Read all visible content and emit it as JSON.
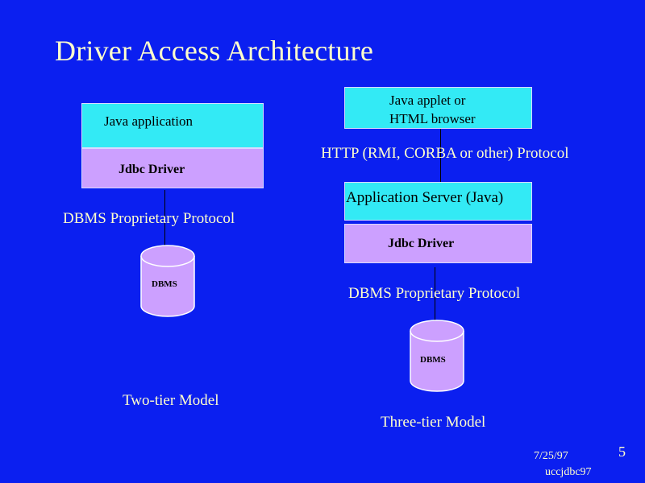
{
  "slide": {
    "title": "Driver Access Architecture",
    "date": "7/25/97",
    "footer_id": "uccjdbc97",
    "page_number": "5"
  },
  "two_tier": {
    "app_label": "Java application",
    "driver_label": "Jdbc Driver",
    "protocol_label": "DBMS Proprietary Protocol",
    "db_label": "DBMS",
    "caption": "Two-tier Model"
  },
  "three_tier": {
    "client_line1": "Java applet or",
    "client_line2": "HTML browser",
    "http_protocol_label": "HTTP (RMI, CORBA or other) Protocol",
    "server_label": "Application Server (Java)",
    "driver_label": "Jdbc Driver",
    "protocol_label": "DBMS Proprietary Protocol",
    "db_label": "DBMS",
    "caption": "Three-tier Model"
  },
  "colors": {
    "background": "#0b1ff0",
    "text": "#ffffcc",
    "cyan_box": "#33eaf5",
    "lavender_box": "#cca0ff"
  }
}
